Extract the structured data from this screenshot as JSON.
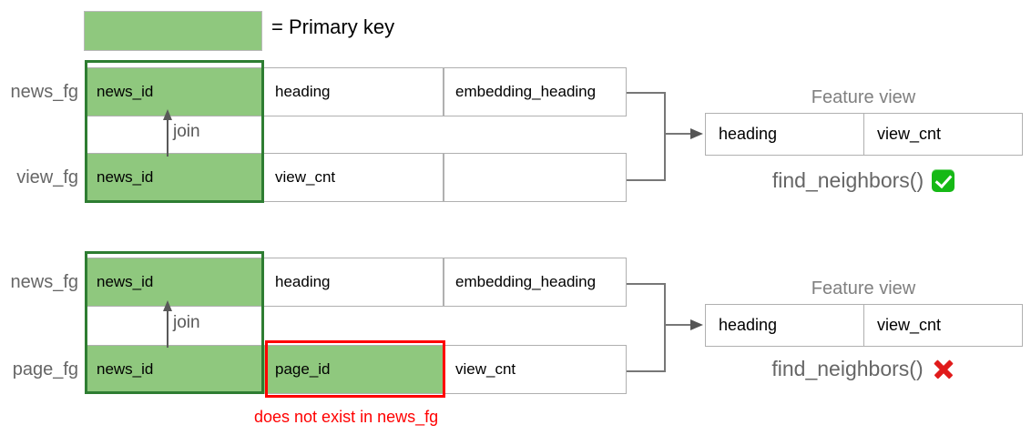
{
  "legend": {
    "swatch_name": "primary-key-swatch",
    "label": "= Primary key",
    "swatch_color": "#8FC87E"
  },
  "colors": {
    "primary_key_fill": "#8FC87E",
    "join_box_border": "#2E7D32",
    "error_box_border": "#FF0000",
    "cell_border": "#B0B0B0",
    "muted_text": "#666666",
    "error_text": "#FF0000",
    "ok_mark": "#16B916",
    "x_mark": "#E01B1B"
  },
  "diagrams": [
    {
      "id": "valid-join",
      "join_label": "join",
      "feature_groups": [
        {
          "name": "news_fg",
          "columns": [
            {
              "label": "news_id",
              "primary_key": true
            },
            {
              "label": "heading",
              "primary_key": false
            },
            {
              "label": "embedding_heading",
              "primary_key": false
            }
          ]
        },
        {
          "name": "view_fg",
          "columns": [
            {
              "label": "news_id",
              "primary_key": true
            },
            {
              "label": "view_cnt",
              "primary_key": false
            },
            {
              "label": "",
              "primary_key": false
            }
          ]
        }
      ],
      "feature_view": {
        "title": "Feature view",
        "columns": [
          "heading",
          "view_cnt"
        ]
      },
      "result": {
        "label": "find_neighbors()",
        "status": "ok",
        "icon": "check-mark-icon"
      },
      "error_caption": null
    },
    {
      "id": "invalid-join",
      "join_label": "join",
      "feature_groups": [
        {
          "name": "news_fg",
          "columns": [
            {
              "label": "news_id",
              "primary_key": true
            },
            {
              "label": "heading",
              "primary_key": false
            },
            {
              "label": "embedding_heading",
              "primary_key": false
            }
          ]
        },
        {
          "name": "page_fg",
          "columns": [
            {
              "label": "news_id",
              "primary_key": true
            },
            {
              "label": "page_id",
              "primary_key": true,
              "error": true
            },
            {
              "label": "view_cnt",
              "primary_key": false
            }
          ]
        }
      ],
      "feature_view": {
        "title": "Feature view",
        "columns": [
          "heading",
          "view_cnt"
        ]
      },
      "result": {
        "label": "find_neighbors()",
        "status": "error",
        "icon": "cross-mark-icon"
      },
      "error_caption": "does not exist in news_fg"
    }
  ]
}
